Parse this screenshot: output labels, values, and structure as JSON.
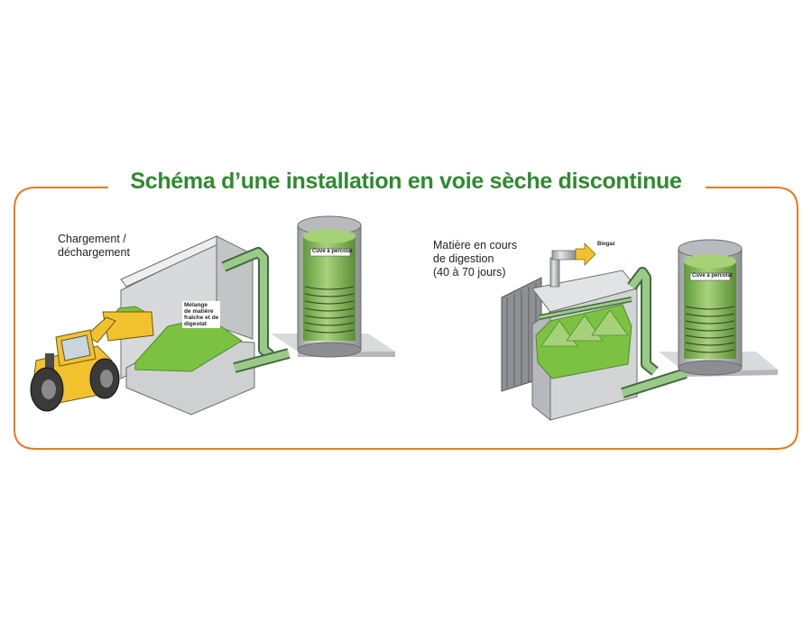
{
  "title": "Schéma d’une installation en voie sèche discontinue",
  "labels": {
    "loading": [
      "Chargement /",
      "déchargement"
    ],
    "mixture": [
      "Mélange",
      "de matière",
      "fraîche et de",
      "digestat"
    ],
    "tank_left": "Cuve à percolat",
    "digestion": [
      "Matière en cours",
      "de digestion",
      "(40 à 70 jours)"
    ],
    "biogas": "Biogaz",
    "tank_right": "Cuve à percolat"
  },
  "colors": {
    "title": "#2f8a2f",
    "frame": "#e87a1f",
    "pipe": "#9bc98a",
    "pipe_dark": "#3f6b3a",
    "material": "#7cc242",
    "metal": "#c7c9cc",
    "metal_dark": "#8e9094",
    "floor": "#d9dadc",
    "loader": "#f2c12e",
    "tire": "#3a3a3a",
    "arrow": "#f2c12e"
  }
}
